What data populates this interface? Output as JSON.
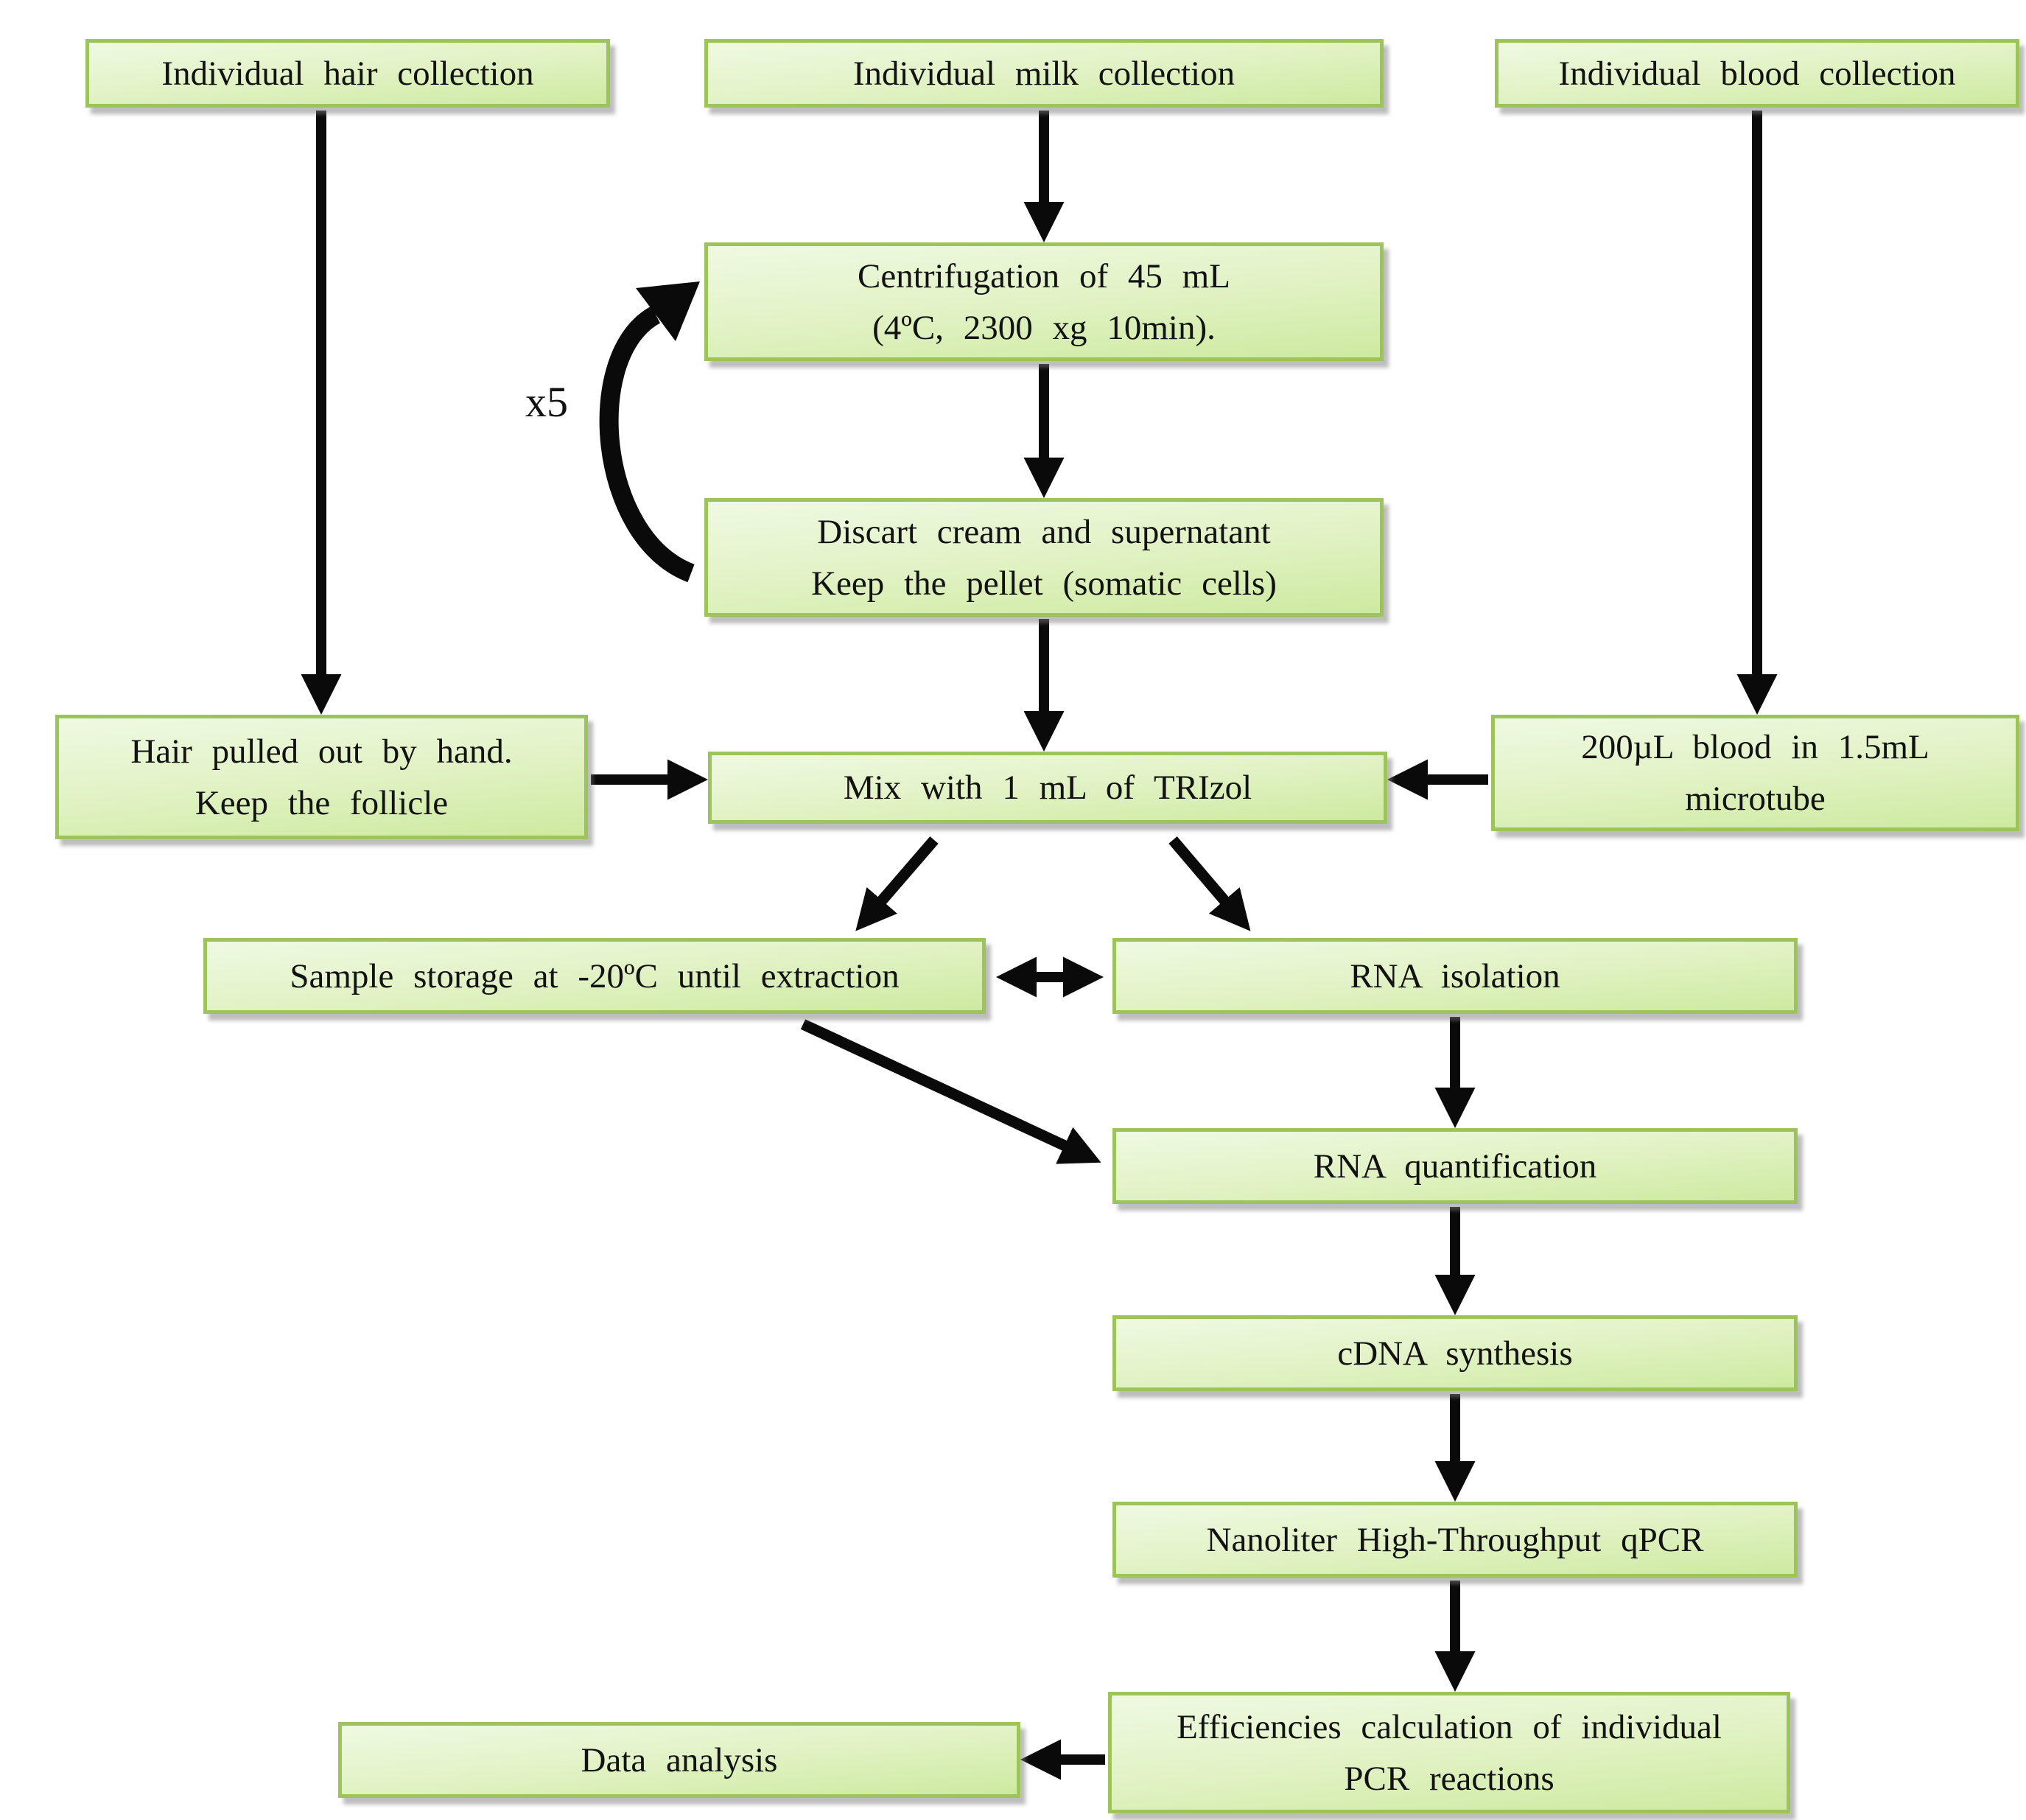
{
  "diagram": {
    "title_hidden": "",
    "loop_label": "x5",
    "colors": {
      "node_border": "#9cc45a",
      "node_fill_top": "#eff9e2",
      "node_fill_bottom": "#cdeaa0",
      "arrow": "#0a0a0a",
      "background": "#ffffff",
      "text": "#121212"
    },
    "nodes": {
      "hair_collection": {
        "line1": "Individual hair collection"
      },
      "milk_collection": {
        "line1": "Individual milk collection"
      },
      "blood_collection": {
        "line1": "Individual blood collection"
      },
      "centrifugation": {
        "line1": "Centrifugation of 45 mL",
        "line2": "(4ºC, 2300 xg 10min)."
      },
      "discard_cream": {
        "line1": "Discart cream and supernatant",
        "line2": "Keep the pellet (somatic cells)"
      },
      "hair_pulled": {
        "line1": "Hair pulled out by hand.",
        "line2": "Keep the follicle"
      },
      "mix_trizol": {
        "line1": "Mix with 1 mL of TRIzol"
      },
      "blood_microtube": {
        "line1": "200µL blood in 1.5mL",
        "line2": "microtube"
      },
      "sample_storage": {
        "line1": "Sample storage at -20ºC until extraction"
      },
      "rna_isolation": {
        "line1": "RNA isolation"
      },
      "rna_quantification": {
        "line1": "RNA quantification"
      },
      "cdna_synthesis": {
        "line1": "cDNA synthesis"
      },
      "qpcr": {
        "line1": "Nanoliter High-Throughput qPCR"
      },
      "efficiencies": {
        "line1": "Efficiencies calculation of individual",
        "line2": "PCR reactions"
      },
      "data_analysis": {
        "line1": "Data analysis"
      }
    }
  }
}
